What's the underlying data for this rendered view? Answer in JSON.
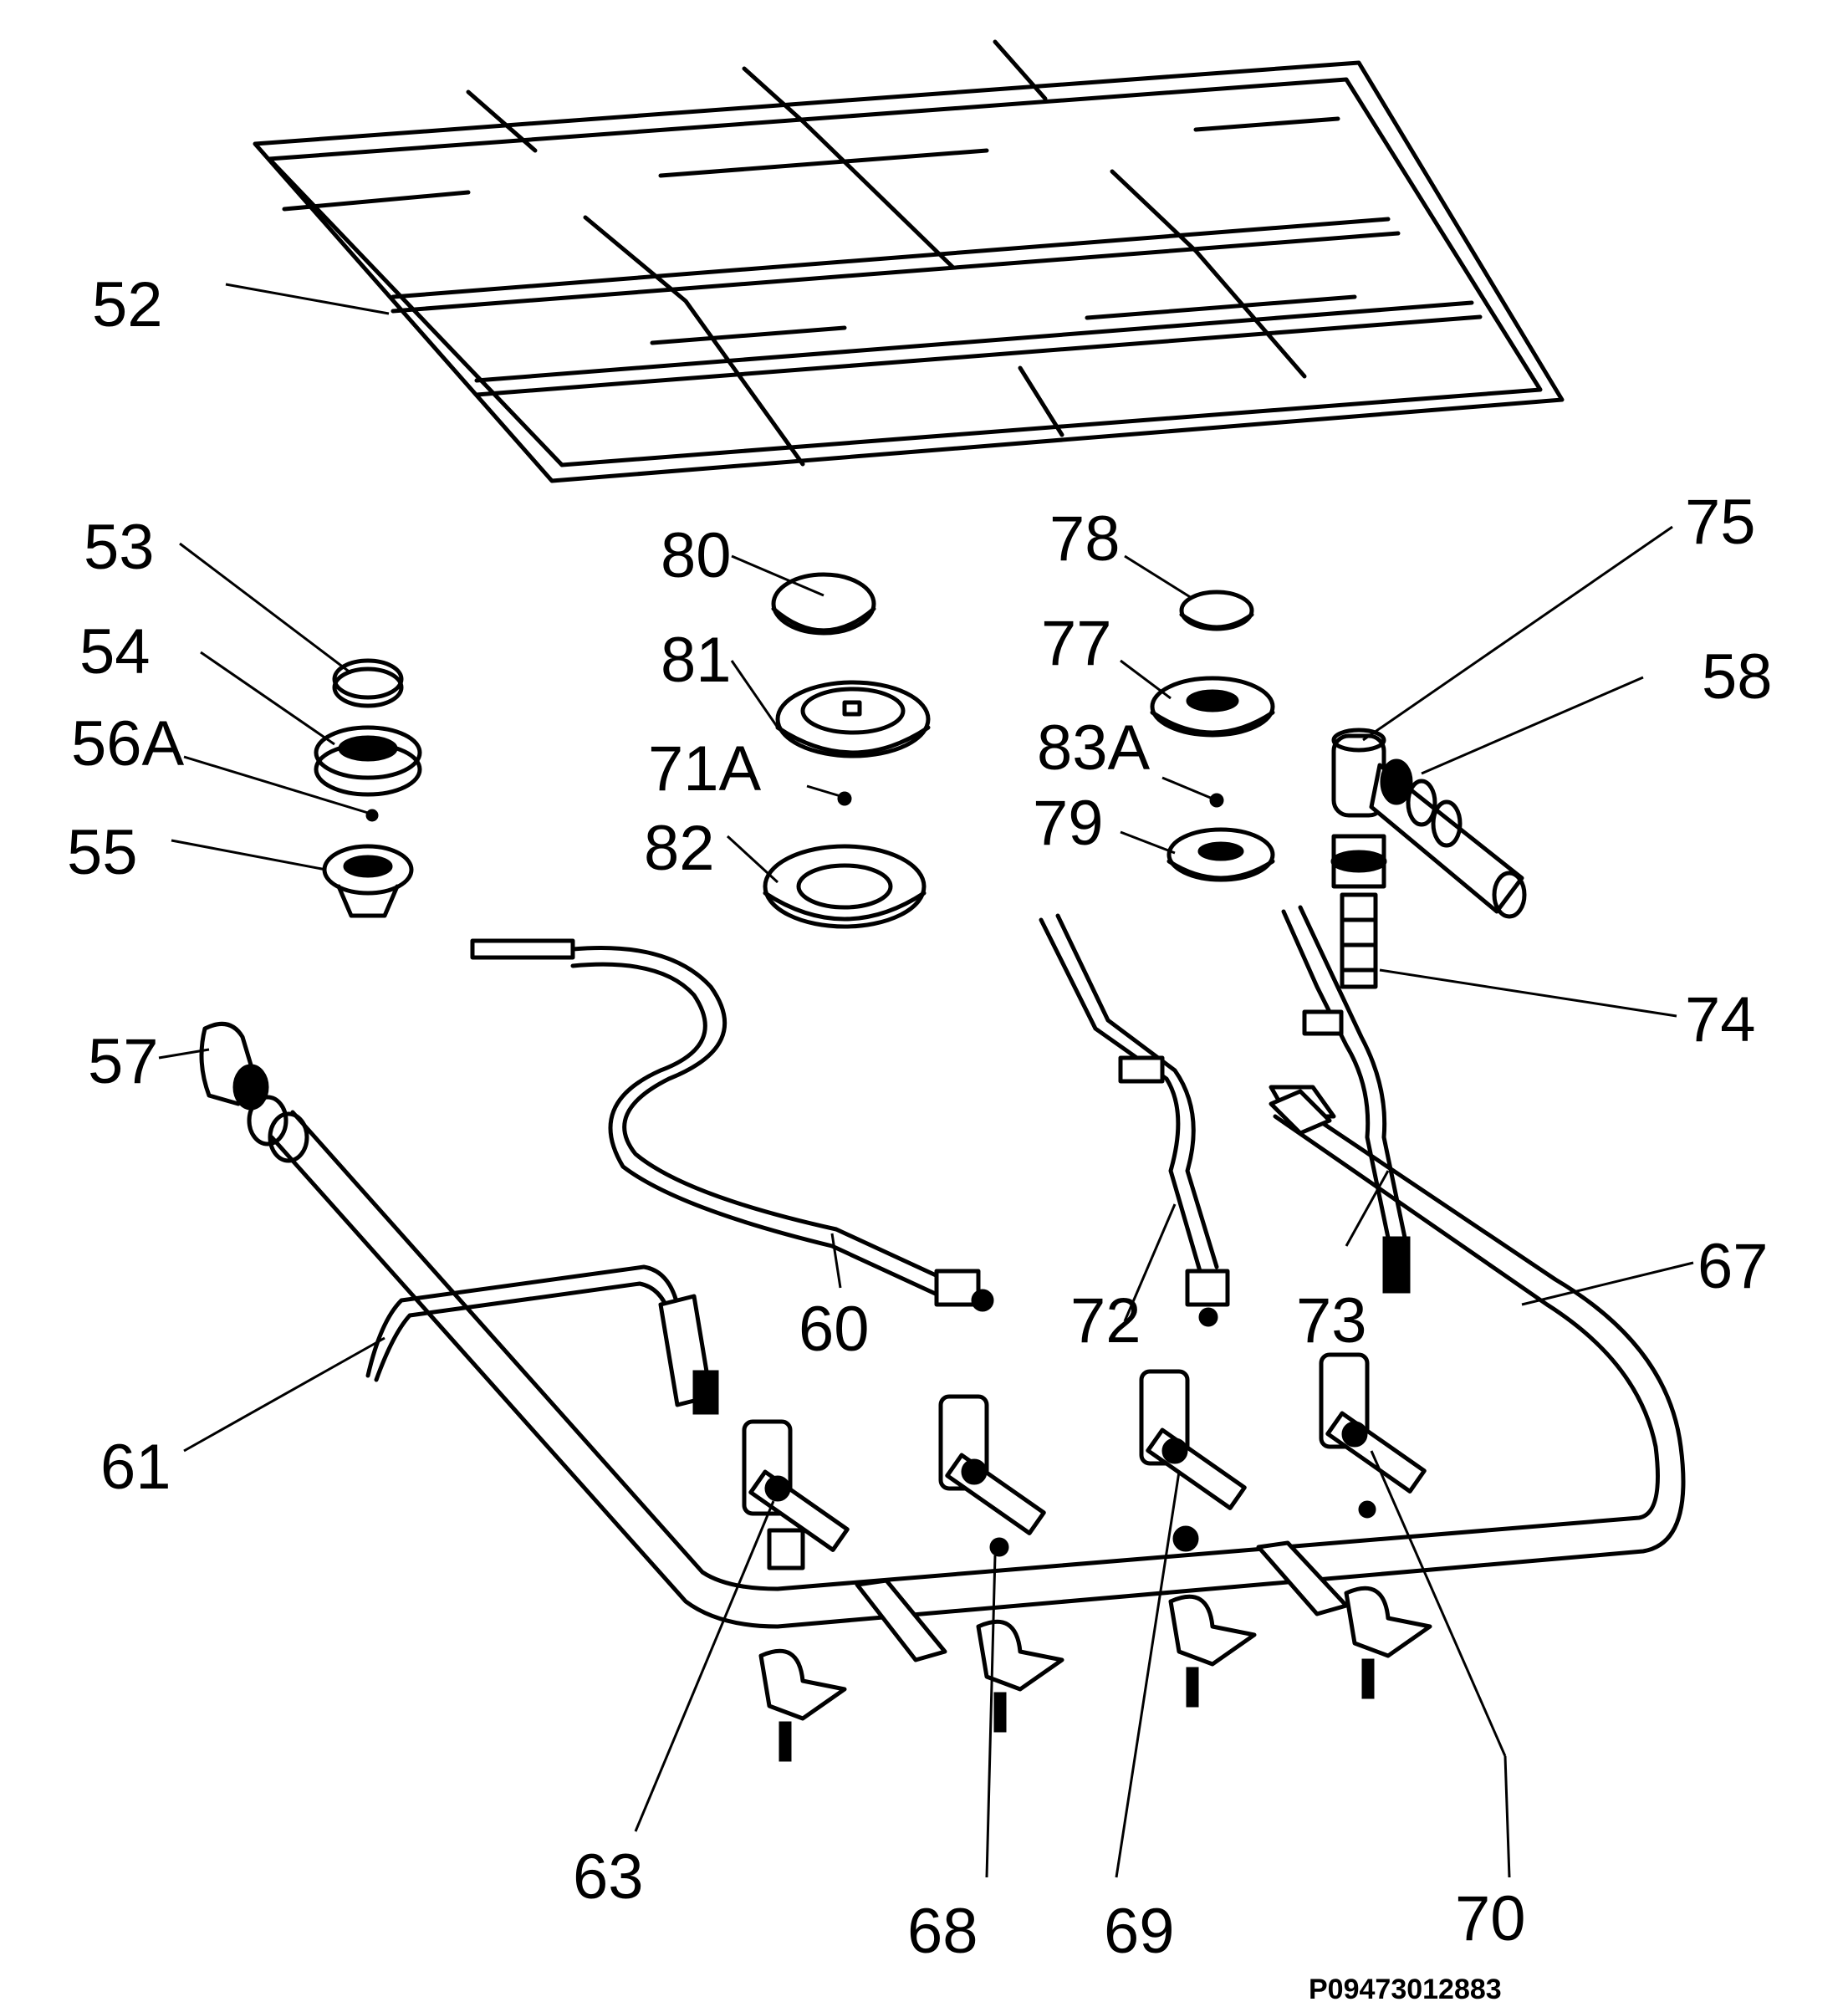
{
  "labels": {
    "52": "52",
    "53": "53",
    "54": "54",
    "56A": "56A",
    "55": "55",
    "57": "57",
    "60": "60",
    "61": "61",
    "63": "63",
    "67": "67",
    "68": "68",
    "69": "69",
    "70": "70",
    "71A": "71A",
    "72": "72",
    "73": "73",
    "74": "74",
    "75": "75",
    "77": "77",
    "78": "78",
    "79": "79",
    "80": "80",
    "81": "81",
    "82": "82",
    "83A": "83A",
    "58": "58"
  },
  "drawing_code": "P09473012883"
}
